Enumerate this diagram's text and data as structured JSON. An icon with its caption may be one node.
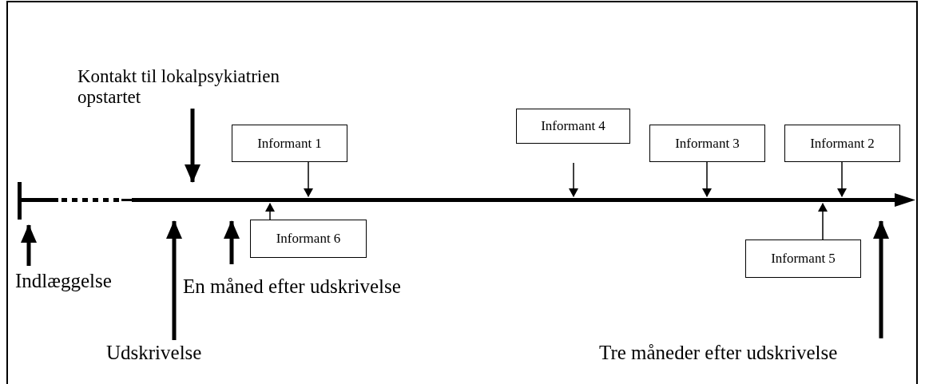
{
  "diagram": {
    "nodes": [
      {
        "text": [
          "Kontakt til lokalpsykiatrien opstartet"
        ]
      },
      {
        "text": [
          "Informant 1"
        ]
      },
      {
        "text": [
          "Informant 4"
        ]
      },
      {
        "text": [
          "Informant 3"
        ]
      },
      {
        "text": [
          "Informant 2"
        ]
      },
      {
        "text": [],
        "shape": "line"
      },
      {
        "text": [
          "Informant 6"
        ]
      },
      {
        "text": [
          "Informant 5"
        ]
      },
      {
        "text": [
          "Indlæggelse"
        ]
      },
      {
        "text": [
          "En måned efter udskrivelse"
        ]
      },
      {
        "text": [
          "Udskrivelse"
        ]
      },
      {
        "text": [
          "Tre måneder efter udskrivelse"
        ]
      }
    ],
    "edges": [
      {
        "from": 0,
        "to": 5,
        "arrow": "to",
        "style": "thick"
      },
      {
        "from": 1,
        "to": 5,
        "arrow": "to"
      },
      {
        "from": 2,
        "to": 5,
        "arrow": "to"
      },
      {
        "from": 3,
        "to": 5,
        "arrow": "to"
      },
      {
        "from": 4,
        "to": 5,
        "arrow": "to"
      },
      {
        "from": 6,
        "to": 5,
        "arrow": "to"
      },
      {
        "from": 7,
        "to": 5,
        "arrow": "to"
      },
      {
        "from": 8,
        "to": 5,
        "arrow": "to",
        "style": "thick"
      },
      {
        "from": 9,
        "to": 5,
        "arrow": "to",
        "style": "thick"
      },
      {
        "from": 10,
        "to": 5,
        "arrow": "to",
        "style": "thick"
      },
      {
        "from": 11,
        "to": 5,
        "arrow": "to",
        "style": "thick"
      }
    ]
  }
}
